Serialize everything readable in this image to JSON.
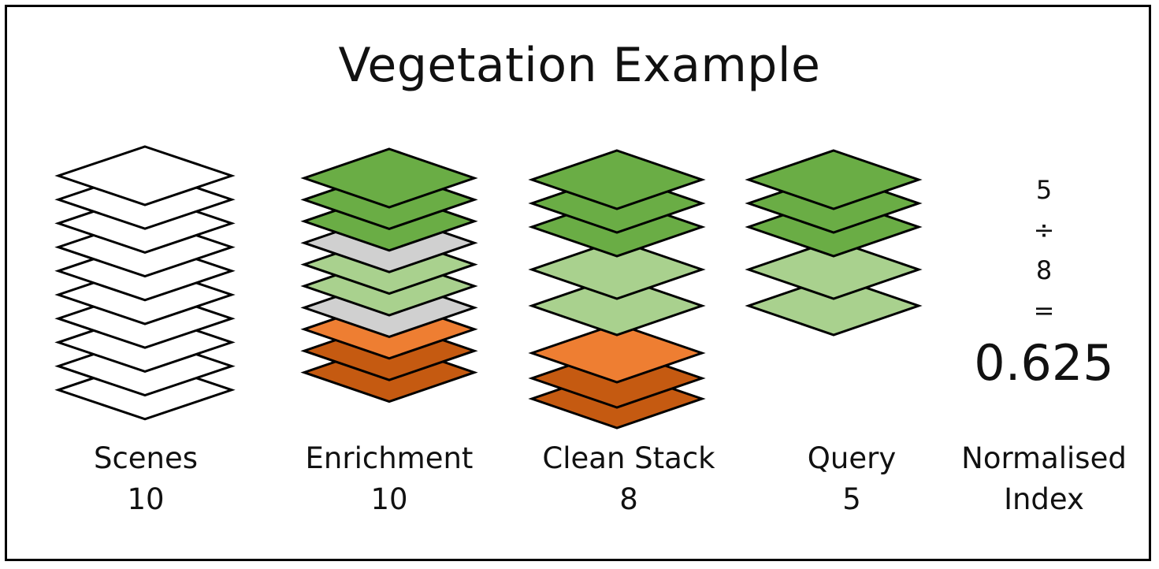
{
  "title": "Vegetation Example",
  "colors": {
    "vegetation": "#6aad45",
    "sparse_vegetation": "#a9d18e",
    "cloud": "#d0d0d0",
    "bare_light": "#ee7e32",
    "bare_dark": "#c55a11",
    "blank": "#ffffff",
    "outline": "#000000"
  },
  "stacks": [
    {
      "id": "scenes",
      "label": "Scenes",
      "count": "10",
      "layers": [
        "blank",
        "blank",
        "blank",
        "blank",
        "blank",
        "blank",
        "blank",
        "blank",
        "blank",
        "blank"
      ]
    },
    {
      "id": "enrichment",
      "label": "Enrichment",
      "count": "10",
      "layers": [
        "vegetation",
        "vegetation",
        "vegetation",
        "cloud",
        "sparse_vegetation",
        "sparse_vegetation",
        "cloud",
        "bare_light",
        "bare_dark",
        "bare_dark"
      ]
    },
    {
      "id": "clean_stack",
      "label": "Clean Stack",
      "count": "8",
      "layers": [
        "vegetation",
        "vegetation",
        "vegetation",
        "sparse_vegetation",
        "sparse_vegetation",
        "bare_light",
        "bare_dark",
        "bare_dark"
      ]
    },
    {
      "id": "query",
      "label": "Query",
      "count": "5",
      "layers": [
        "vegetation",
        "vegetation",
        "vegetation",
        "sparse_vegetation",
        "sparse_vegetation"
      ]
    }
  ],
  "formula": {
    "numerator": "5",
    "divide": "÷",
    "denominator": "8",
    "equals": "=",
    "result": "0.625",
    "label_line1": "Normalised",
    "label_line2": "Index"
  }
}
